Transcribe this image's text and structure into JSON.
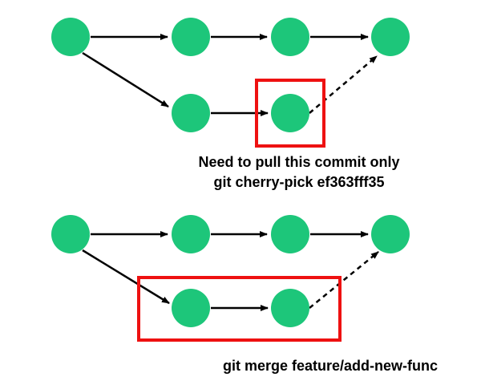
{
  "colors": {
    "node": "#1dc67a",
    "edge": "#000000",
    "highlight": "#ee1111"
  },
  "diagram_top": {
    "caption_line1": "Need to pull this commit only",
    "caption_line2": "git cherry-pick ef363fff35"
  },
  "diagram_bottom": {
    "caption": "git merge feature/add-new-func"
  }
}
